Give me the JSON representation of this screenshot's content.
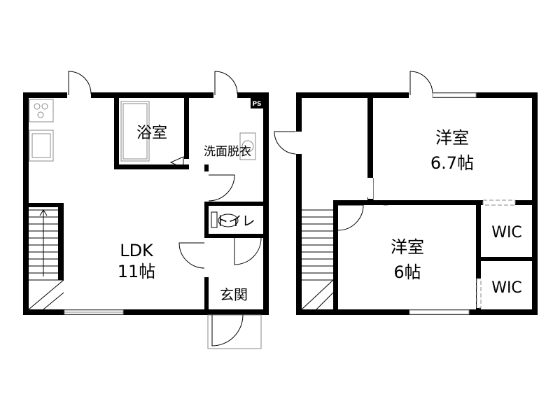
{
  "floorplan": {
    "ground": {
      "rooms": {
        "ldk": {
          "name": "LDK",
          "size": "11帖"
        },
        "bath": {
          "name": "浴室"
        },
        "washroom": {
          "name": "洗面脱衣"
        },
        "toilet": {
          "name": "トイレ"
        },
        "entrance": {
          "name": "玄関"
        }
      },
      "ps_label": "PS"
    },
    "upper": {
      "rooms": {
        "western_a": {
          "name": "洋室",
          "size": "6.7帖"
        },
        "western_b": {
          "name": "洋室",
          "size": "6帖"
        },
        "wic_1": {
          "name": "WIC"
        },
        "wic_2": {
          "name": "WIC"
        }
      }
    }
  }
}
